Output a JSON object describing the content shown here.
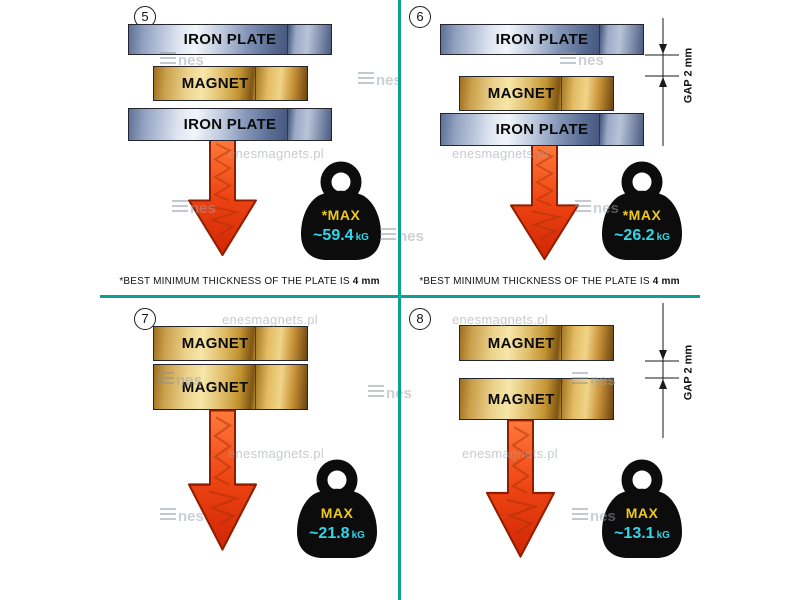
{
  "watermark": {
    "site": "enesmagnets.pl",
    "brand": "nes"
  },
  "note": {
    "text": "*BEST MINIMUM THICKNESS OF THE PLATE IS",
    "bold": "4 mm"
  },
  "colors": {
    "divider": "#0ba293",
    "arrow_red": "#ee4413",
    "max_yellow": "#eec91c",
    "value_cyan": "#2fd7e8",
    "iron_blue": "#8496b8",
    "magnet_gold": "#e0bd6a"
  },
  "panels": [
    {
      "number": "5",
      "layers": [
        {
          "type": "iron",
          "label": "IRON PLATE"
        },
        {
          "type": "magnet",
          "label": "MAGNET"
        },
        {
          "type": "iron",
          "label": "IRON PLATE"
        }
      ],
      "weight": {
        "max": "*MAX",
        "value": "~59.4",
        "unit": "kG"
      },
      "gap": null
    },
    {
      "number": "6",
      "layers": [
        {
          "type": "iron",
          "label": "IRON PLATE"
        },
        {
          "type": "magnet",
          "label": "MAGNET"
        },
        {
          "type": "iron",
          "label": "IRON PLATE"
        }
      ],
      "weight": {
        "max": "*MAX",
        "value": "~26.2",
        "unit": "kG"
      },
      "gap": "GAP 2 mm"
    },
    {
      "number": "7",
      "layers": [
        {
          "type": "magnet",
          "label": "MAGNET"
        },
        {
          "type": "magnet",
          "label": "MAGNET"
        }
      ],
      "weight": {
        "max": "MAX",
        "value": "~21.8",
        "unit": "kG"
      },
      "gap": null
    },
    {
      "number": "8",
      "layers": [
        {
          "type": "magnet",
          "label": "MAGNET"
        },
        {
          "type": "magnet",
          "label": "MAGNET"
        }
      ],
      "weight": {
        "max": "MAX",
        "value": "~13.1",
        "unit": "kG"
      },
      "gap": "GAP 2 mm"
    }
  ]
}
